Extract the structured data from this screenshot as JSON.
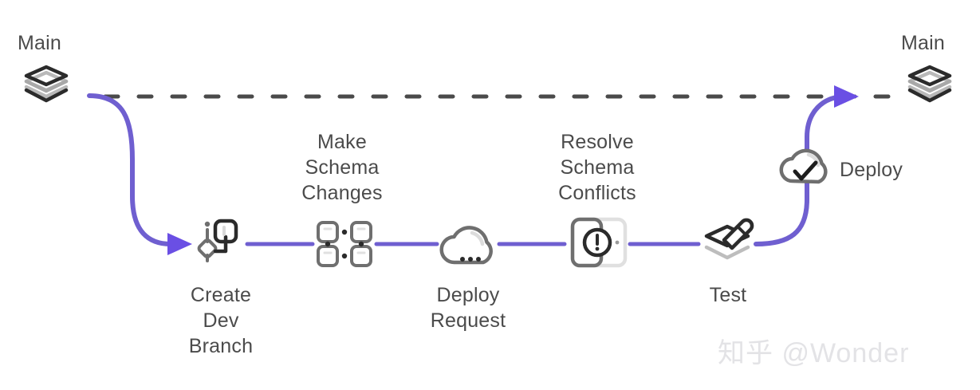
{
  "diagram": {
    "title_left": "Main",
    "title_right": "Main",
    "branch_color": "#6f5fd0",
    "arrow_color": "#6a4fe4",
    "main_line_color": "#4a4a4a",
    "icon_dark": "#2b2b2b",
    "icon_gray": "#6f6f6f",
    "icon_light": "#d8d8d8",
    "text_color": "#4b4b4b",
    "background": "#ffffff"
  },
  "nodes": {
    "main_left": {
      "label": "Main",
      "icon": "layers-icon"
    },
    "main_right": {
      "label": "Main",
      "icon": "layers-icon"
    },
    "create_dev_branch": {
      "label": "Create\nDev\nBranch",
      "icon": "git-branch-icon"
    },
    "make_schema_changes": {
      "label": "Make\nSchema\nChanges",
      "icon": "schema-grid-icon"
    },
    "deploy_request": {
      "label": "Deploy\nRequest",
      "icon": "cloud-dots-icon"
    },
    "resolve_schema_conflicts": {
      "label": "Resolve\nSchema\nConflicts",
      "icon": "conflict-alert-icon"
    },
    "test": {
      "label": "Test",
      "icon": "layers-pencil-icon"
    },
    "deploy": {
      "label": "Deploy",
      "icon": "cloud-check-icon"
    }
  },
  "watermark": {
    "text": "知乎 @Wonder"
  }
}
